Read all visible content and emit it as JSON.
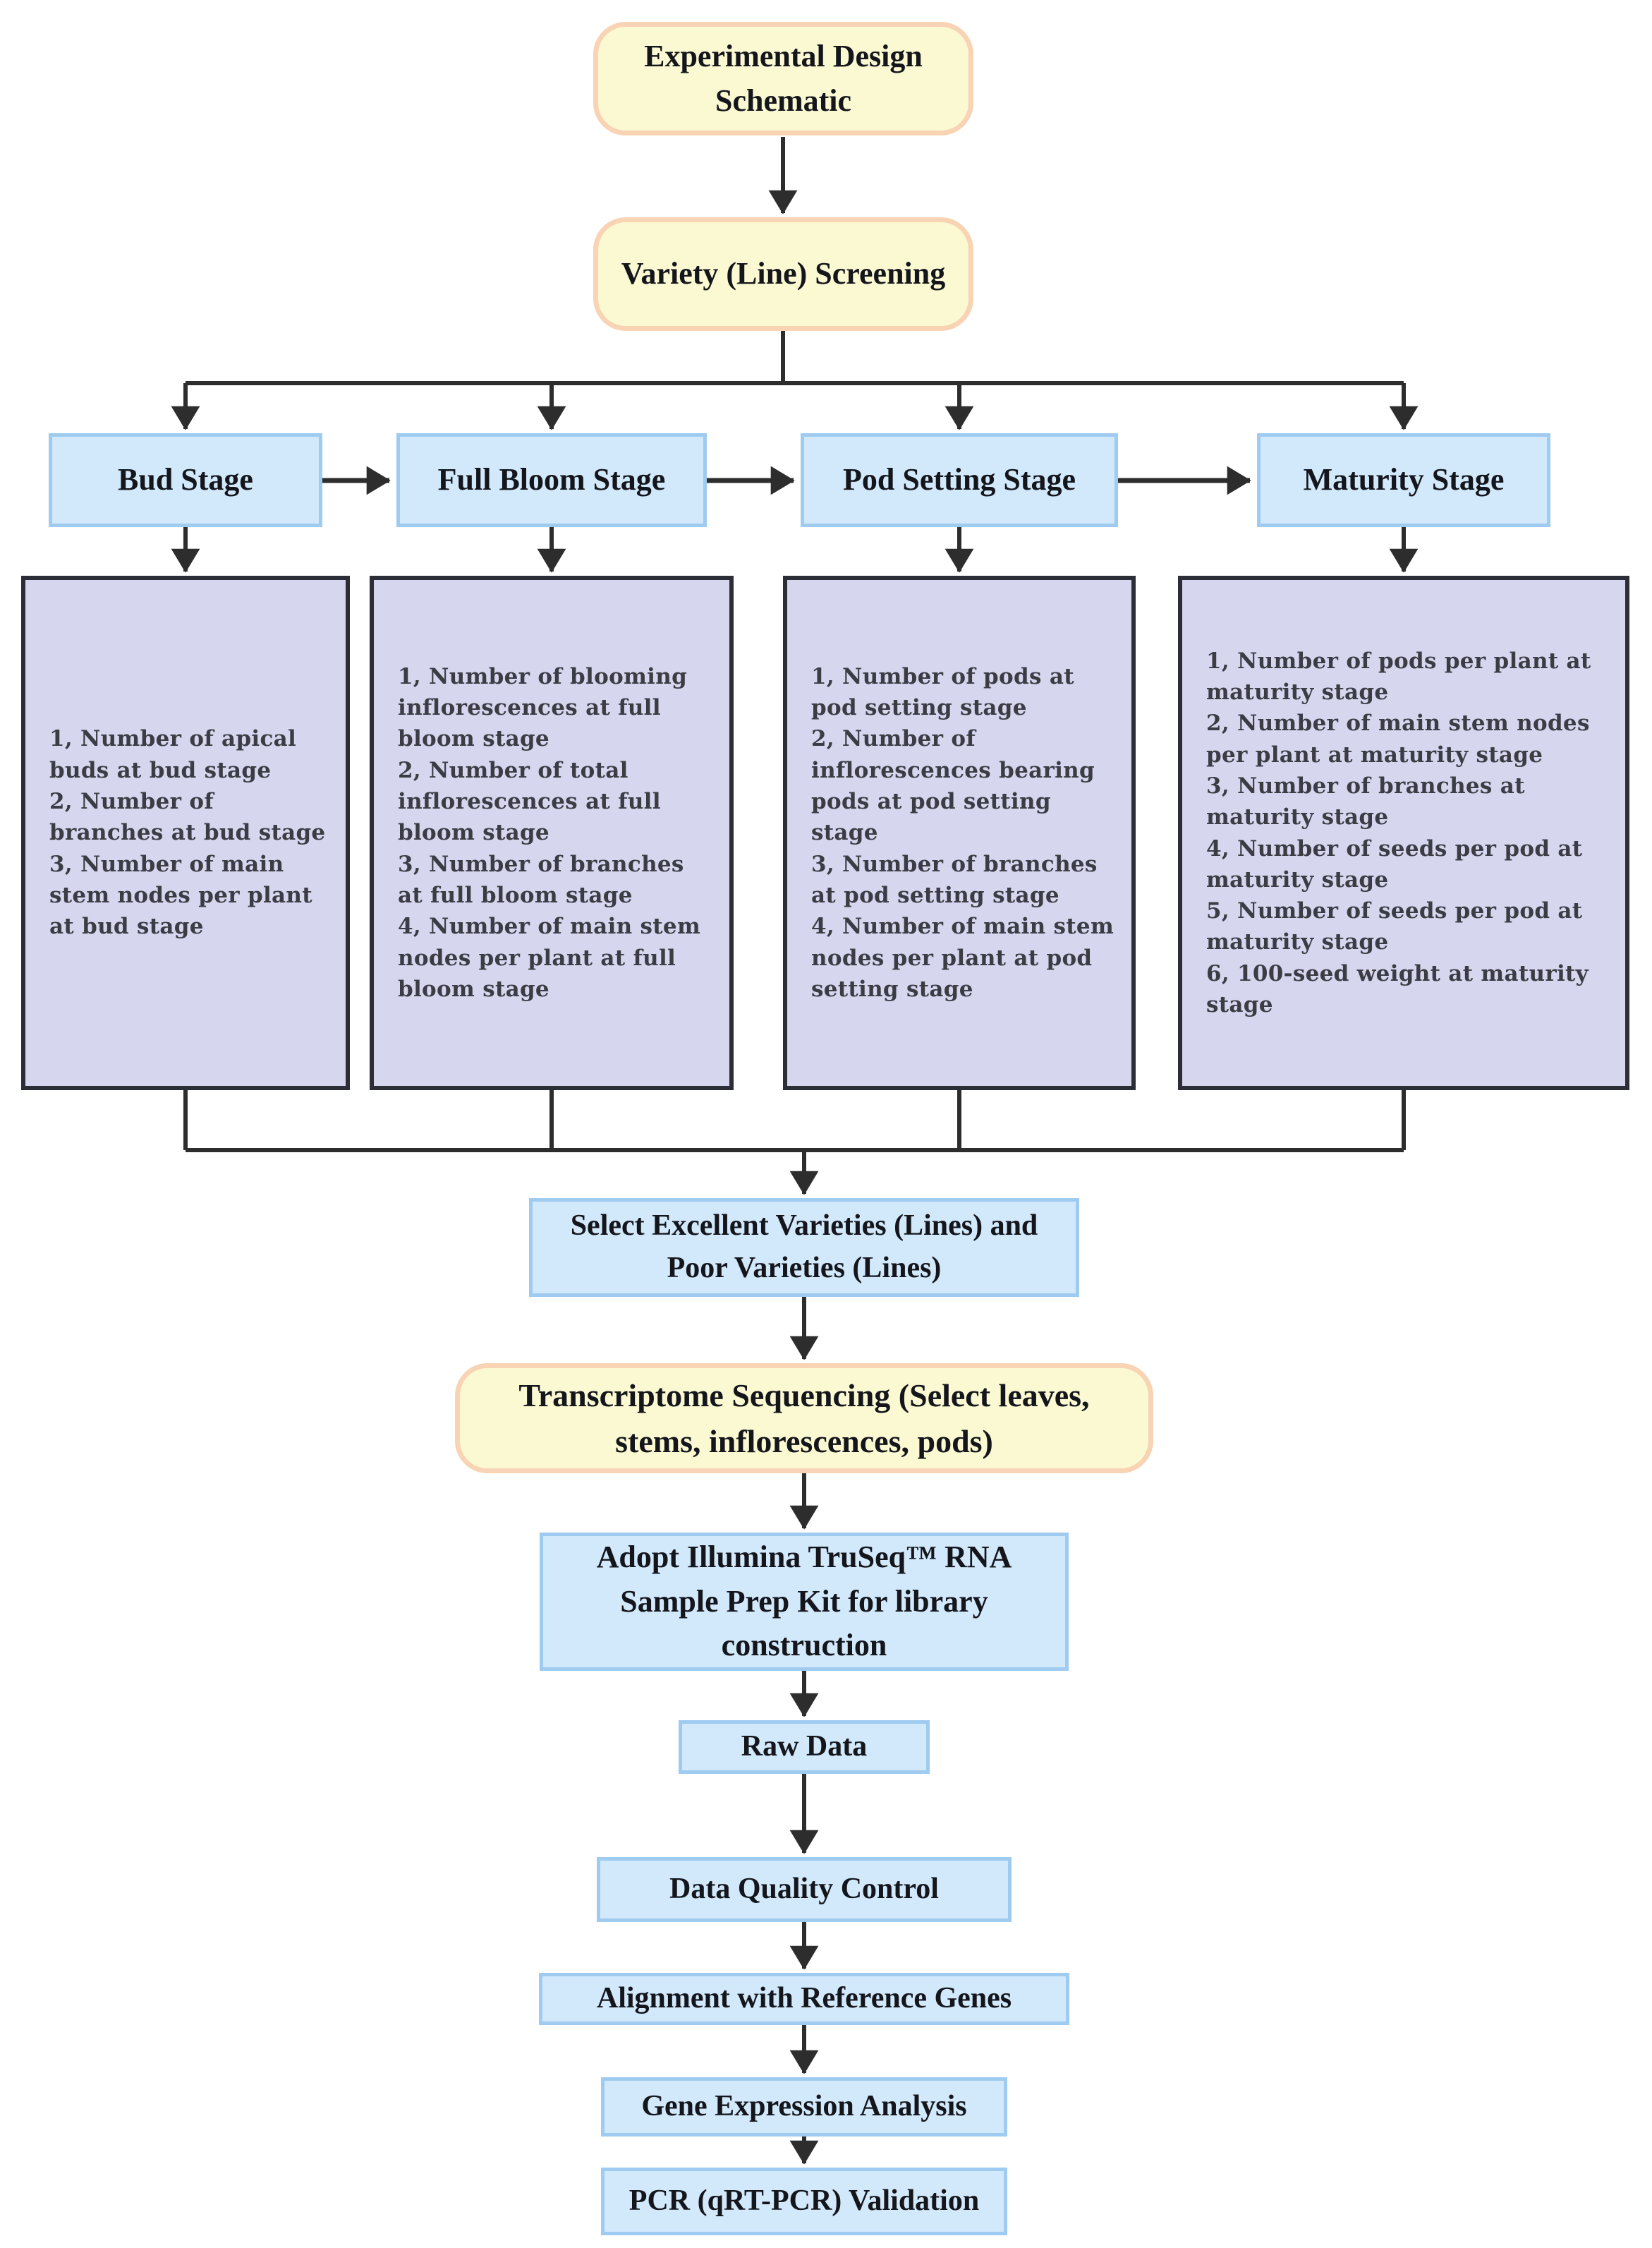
{
  "diagram": {
    "title": "Experimental Design Schematic",
    "screening": "Variety (Line) Screening",
    "stages": [
      {
        "label": "Bud Stage",
        "traits": [
          "1、Number of apical buds at bud stage",
          "2、Number of branches at bud stage",
          "3、Number of main stem nodes per plant at bud stage"
        ]
      },
      {
        "label": "Full Bloom Stage",
        "traits": [
          "1、Number of blooming inflorescences at full bloom stage",
          "2、Number of total inflorescences at full bloom stage",
          "3、Number of branches at full bloom stage",
          "4、Number of main stem nodes per plant at full bloom stage"
        ]
      },
      {
        "label": "Pod Setting Stage",
        "traits": [
          "1、Number of pods at pod setting stage",
          "2、Number of inflorescences bearing pods at pod setting stage",
          "3、Number of branches at pod setting stage",
          "4、Number of main stem nodes per plant at pod setting stage"
        ]
      },
      {
        "label": "Maturity Stage",
        "traits": [
          "1、Number of pods per plant at maturity stage",
          "2、Number of main stem nodes per plant at maturity stage",
          "3、Number of branches at maturity stage",
          "4、Number of seeds per pod at maturity stage",
          "5、Number of seeds per pod at maturity stage",
          "6、100-seed weight at maturity stage"
        ]
      }
    ],
    "selection": "Select Excellent Varieties (Lines) and Poor Varieties (Lines)",
    "sequencing": "Transcriptome Sequencing (Select leaves, stems, inflorescences, pods)",
    "library_prep": "Adopt Illumina TruSeq™ RNA Sample Prep Kit for library construction",
    "raw_data": "Raw Data",
    "quality_control": "Data Quality Control",
    "alignment": "Alignment with Reference Genes",
    "expression": "Gene Expression Analysis",
    "validation": "PCR (qRT-PCR) Validation"
  },
  "colors": {
    "process_fill": "#fbf9d2",
    "process_border": "#f8d3b4",
    "stage_fill": "#d2e8fb",
    "stage_border": "#9fcbf0",
    "trait_fill": "#d6d7ef",
    "trait_border": "#2b2e36",
    "arrow": "#2d2d2d",
    "text": "#14161c"
  }
}
